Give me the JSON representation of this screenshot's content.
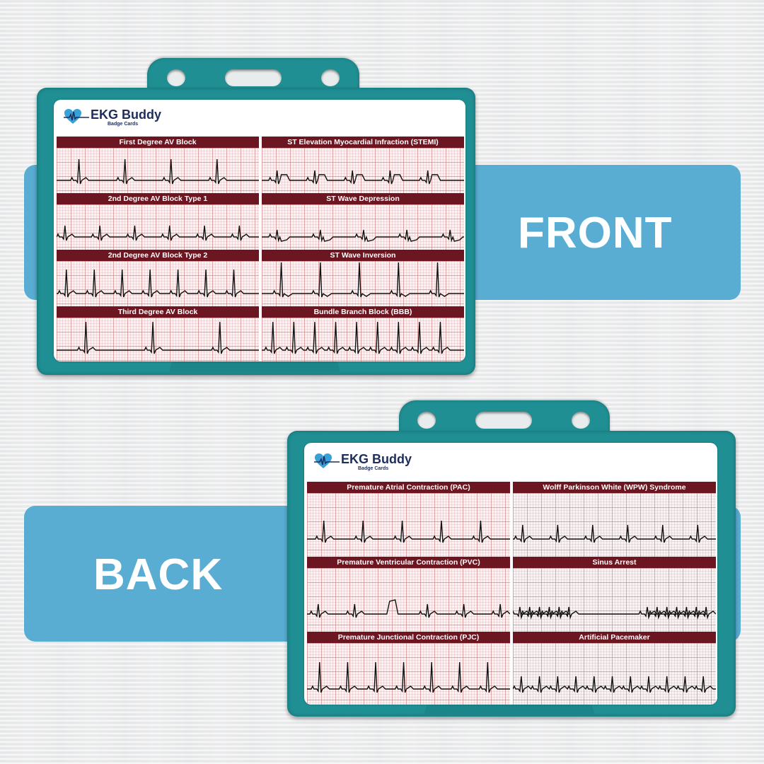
{
  "front_label": "FRONT",
  "back_label": "BACK",
  "colors": {
    "band": "#59add3",
    "holder": "#1f8f93",
    "strip_title": "#6b1620",
    "logo_text": "#1d2e5c",
    "logo_heart": "#3aa0d8"
  },
  "brand": {
    "name": "EKG Buddy",
    "tagline": "Badge Cards",
    "icon": "heart-ekg-icon"
  },
  "front_card": {
    "strips": [
      {
        "title": "First Degree AV Block",
        "pattern": "first-degree"
      },
      {
        "title": "ST Elevation Myocardial Infraction (STEMI)",
        "pattern": "stemi"
      },
      {
        "title": "2nd Degree AV Block Type 1",
        "pattern": "small-regular"
      },
      {
        "title": "ST Wave Depression",
        "pattern": "st-depression"
      },
      {
        "title": "2nd Degree AV Block Type 2",
        "pattern": "type2"
      },
      {
        "title": "ST Wave Inversion",
        "pattern": "inversion"
      },
      {
        "title": "Third Degree AV Block",
        "pattern": "third-degree"
      },
      {
        "title": "Bundle Branch Block (BBB)",
        "pattern": "bbb"
      }
    ]
  },
  "back_card": {
    "strips": [
      {
        "title": "Premature Atrial Contraction (PAC)",
        "pattern": "pac"
      },
      {
        "title": "Wolff Parkinson White (WPW) Syndrome",
        "pattern": "wpw"
      },
      {
        "title": "Premature Ventricular Contraction (PVC)",
        "pattern": "pvc"
      },
      {
        "title": "Sinus Arrest",
        "pattern": "sinus-arrest"
      },
      {
        "title": "Premature Junctional Contraction (PJC)",
        "pattern": "pjc"
      },
      {
        "title": "Artificial Pacemaker",
        "pattern": "pacemaker"
      }
    ]
  }
}
